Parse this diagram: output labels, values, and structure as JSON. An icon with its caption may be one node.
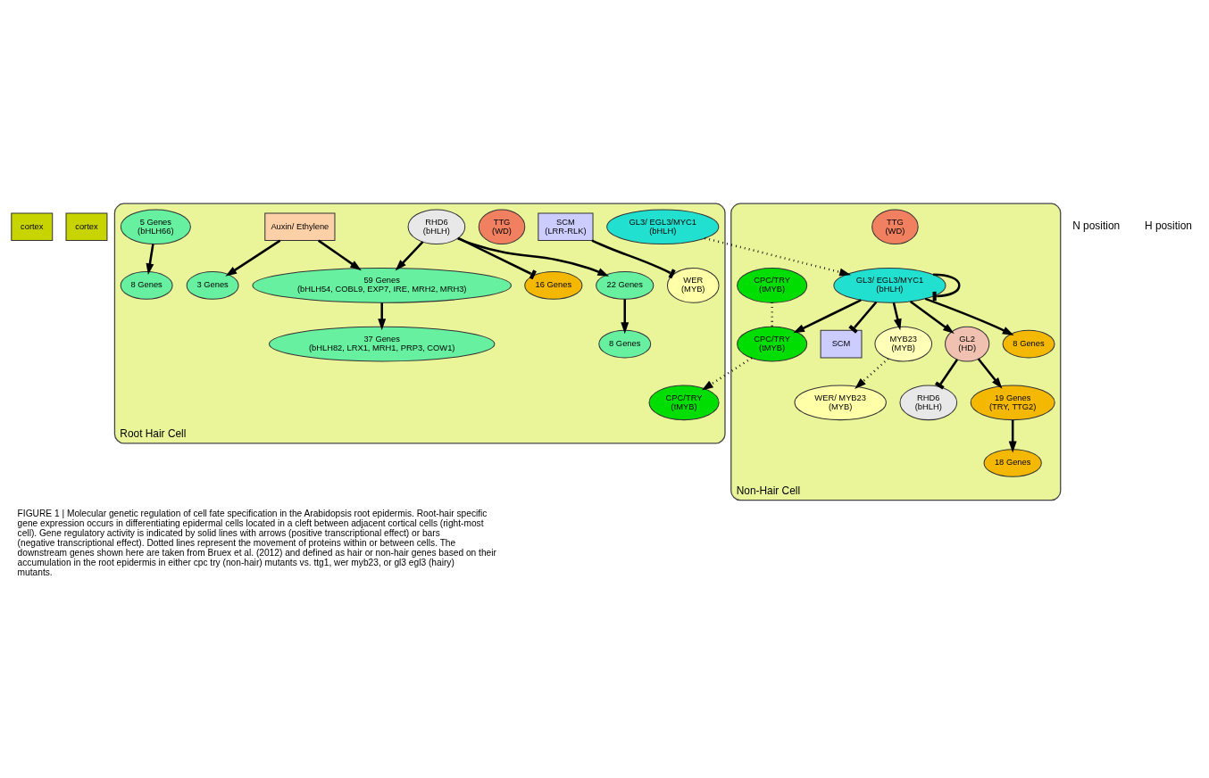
{
  "diagram": {
    "caption": "FIGURE 1 | Molecular genetic regulation of cell fate specification in the Arabidopsis root epidermis. Root-hair specific gene expression occurs in differentiating epidermal cells located in a cleft between adjacent cortical cells (right-most cell). Gene regulatory activity is indicated by solid lines with arrows (positive transcriptional effect) or bars (negative transcriptional effect). Dotted lines represent the movement of proteins within or between cells. The downstream genes shown here are taken from Bruex et al. (2012) and defined as hair or non-hair genes based on their accumulation in the root epidermis in either cpc try (non-hair) mutants vs. ttg1, wer myb23, or gl3 egl3 (hairy) mutants.",
    "nodes": [
      {
        "text": [
          "cortex"
        ]
      },
      {
        "text": [
          "cortex"
        ]
      },
      {
        "text": [
          "Non-Hair Cell"
        ]
      },
      {
        "text": [
          "SCM"
        ],
        "in": 2
      },
      {
        "text": [
          "TTG",
          "(WD)"
        ],
        "in": 2
      },
      {
        "text": [
          "GL3/ EGL3/MYC1",
          "(bHLH)"
        ],
        "in": 2
      },
      {
        "text": [
          "WER/ MYB23",
          "(MYB)"
        ],
        "in": 2
      },
      {
        "text": [
          "CPC/TRY",
          "(tMYB)"
        ],
        "in": 2
      },
      {
        "text": [
          "MYB23",
          "(MYB)"
        ],
        "in": 2
      },
      {
        "text": [
          "CPC/TRY",
          "(tMYB)"
        ],
        "in": 2
      },
      {
        "text": [
          "GL2",
          "(HD)"
        ],
        "in": 2
      },
      {
        "text": [
          "RHD6",
          "(bHLH)"
        ],
        "in": 2
      },
      {
        "text": [
          "19 Genes",
          "(TRY, TTG2)"
        ],
        "in": 2
      },
      {
        "text": [
          "18 Genes"
        ],
        "in": 2
      },
      {
        "text": [
          "8 Genes"
        ],
        "in": 2
      },
      {
        "text": [
          "Root Hair Cell"
        ]
      },
      {
        "text": [
          "SCM",
          "(LRR-RLK)"
        ],
        "in": 15
      },
      {
        "text": [
          "WER",
          "(MYB)"
        ],
        "in": 15
      },
      {
        "text": [
          "CPC/TRY",
          "(tMYB)"
        ],
        "in": 15
      },
      {
        "text": [
          "GL3/ EGL3/MYC1",
          "(bHLH)"
        ],
        "in": 15
      },
      {
        "text": [
          "TTG",
          "(WD)"
        ],
        "in": 15
      },
      {
        "text": [
          "RHD6",
          "(bHLH)"
        ],
        "in": 15
      },
      {
        "text": [
          "Auxin/ Ethylene"
        ],
        "in": 15
      },
      {
        "text": [
          "16 Genes"
        ],
        "in": 15
      },
      {
        "text": [
          "5 Genes",
          "(bHLH66)"
        ],
        "in": 15
      },
      {
        "text": [
          "22 Genes"
        ],
        "in": 15
      },
      {
        "text": [
          "59 Genes",
          "(bHLH54, COBL9, EXP7, IRE, MRH2, MRH3)"
        ],
        "in": 15
      },
      {
        "text": [
          "3 Genes"
        ],
        "in": 15
      },
      {
        "text": [
          "8 Genes"
        ],
        "in": 15
      },
      {
        "text": [
          "8 Genes"
        ],
        "in": 15
      },
      {
        "text": [
          "37 Genes",
          "(bHLH82, LRX1, MRH1, PRP3, COW1)"
        ],
        "in": 15
      }
    ],
    "edges": [
      {
        "from": 5,
        "to": 3,
        "arrow": "other"
      },
      {
        "from": 5,
        "to": 5,
        "arrow": "other"
      },
      {
        "from": 5,
        "to": 10,
        "arrow": "to"
      },
      {
        "from": 5,
        "to": 14,
        "arrow": "to"
      },
      {
        "from": 5,
        "to": 9,
        "arrow": "to"
      },
      {
        "from": 5,
        "to": 8,
        "arrow": "to"
      },
      {
        "from": 7,
        "to": 9,
        "arrow": "none",
        "style": "dashed"
      },
      {
        "from": 8,
        "to": 6,
        "arrow": "to",
        "style": "dashed"
      },
      {
        "from": 10,
        "to": 11,
        "arrow": "other"
      },
      {
        "from": 10,
        "to": 12,
        "arrow": "to"
      },
      {
        "from": 12,
        "to": 13,
        "arrow": "to"
      },
      {
        "from": 9,
        "to": 18,
        "arrow": "to",
        "style": "dashed"
      },
      {
        "from": 19,
        "to": 5,
        "arrow": "to",
        "style": "dashed"
      },
      {
        "from": 16,
        "to": 17,
        "arrow": "other"
      },
      {
        "from": 21,
        "to": 23,
        "arrow": "other"
      },
      {
        "from": 21,
        "to": 25,
        "arrow": "to"
      },
      {
        "from": 21,
        "to": 26,
        "arrow": "to"
      },
      {
        "from": 22,
        "to": 26,
        "arrow": "to"
      },
      {
        "from": 22,
        "to": 27,
        "arrow": "to"
      },
      {
        "from": 24,
        "to": 28,
        "arrow": "to"
      },
      {
        "from": 25,
        "to": 29,
        "arrow": "to"
      },
      {
        "from": 26,
        "to": 30,
        "arrow": "to"
      }
    ],
    "labels": [
      "N position",
      "H position"
    ]
  }
}
